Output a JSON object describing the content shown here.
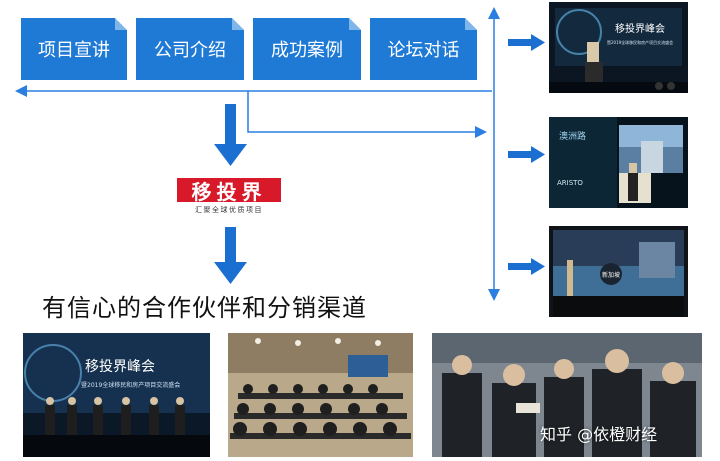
{
  "tabs": [
    {
      "label": "项目宣讲"
    },
    {
      "label": "公司介绍"
    },
    {
      "label": "成功案例"
    },
    {
      "label": "论坛对话"
    }
  ],
  "logo": {
    "name": "移投界",
    "tagline": "汇聚全球优质项目"
  },
  "headline": "有信心的合作伙伴和分销渠道",
  "photos": {
    "right_top": {
      "title": "移投界峰会",
      "subtitle": "暨2019全球移民和房产项目交流盛会"
    },
    "right_middle": {
      "sign": "澳洲路",
      "brand": "ARISTO"
    },
    "right_bottom": {
      "badge": "新加坡"
    },
    "bottom_left": {
      "title": "移投界峰会",
      "subtitle": "暨2019全球移民和房产项目交流盛会"
    }
  },
  "watermark": "知乎 @依橙财经",
  "colors": {
    "accent": "#1f7ad6",
    "arrow": "#1a6fd1",
    "logo_red": "#d8192a"
  }
}
